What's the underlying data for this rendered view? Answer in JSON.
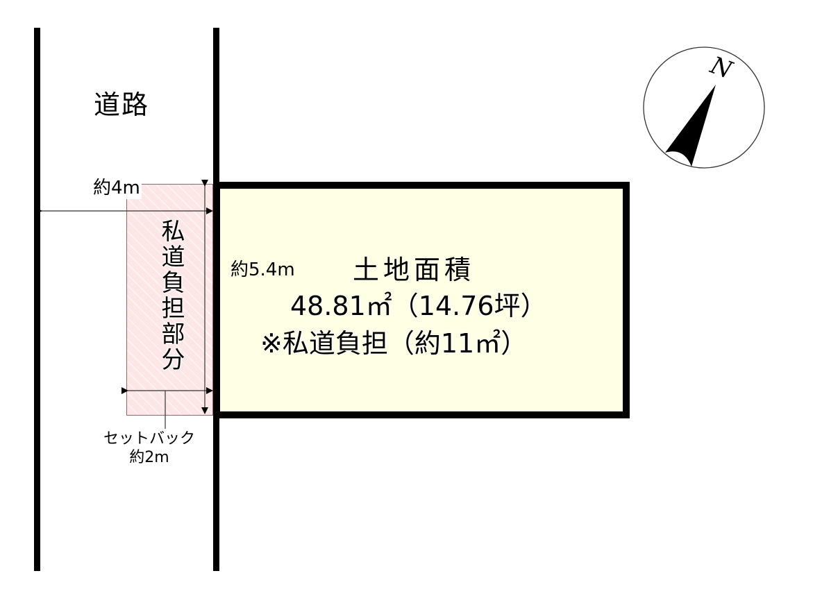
{
  "road": {
    "label": "道路",
    "width_label": "約4m"
  },
  "setback": {
    "vertical_label": "私道負担部分",
    "caption_line1": "セットバック",
    "caption_line2": "約2m"
  },
  "land": {
    "frontage_label": "約5.4m",
    "title": "土地面積",
    "area_line": "48.81㎡（14.76坪）",
    "private_road_note": "※私道負担（約11㎡）"
  },
  "compass": {
    "north_label": "N"
  },
  "colors": {
    "land_fill": "#ffffe6",
    "setback_fill": "#fde6e6",
    "line": "#000000"
  }
}
